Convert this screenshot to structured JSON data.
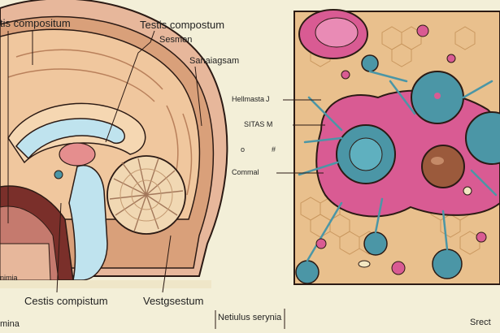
{
  "labels": {
    "top_left": "tis compositum",
    "top_center": "Testis compostum",
    "sub_center": "Sesmen",
    "right_upper": "Sanaiagsam",
    "bottom_left_edge": "mina",
    "bottom_left_main": "Cestis compistum",
    "bottom_center": "Vestgsestum",
    "bottom_mid": "Netiulus serynia",
    "bottom_right": "Srect",
    "far_left_lower": "nimia"
  },
  "legend": {
    "l1": "Hellmasta",
    "l1_mark": "J",
    "l2": "SITAS M",
    "l3a": "o",
    "l3b": "#",
    "l4": "Commal"
  },
  "colors": {
    "background": "#f3efd8",
    "brain_tan": "#e8b98f",
    "ventricle_blue": "#bfe3ee",
    "cell_pink": "#d95b93",
    "nucleus_teal": "#4b96a6",
    "tissue_tan": "#e9c08d",
    "outline": "#2b1a14"
  }
}
